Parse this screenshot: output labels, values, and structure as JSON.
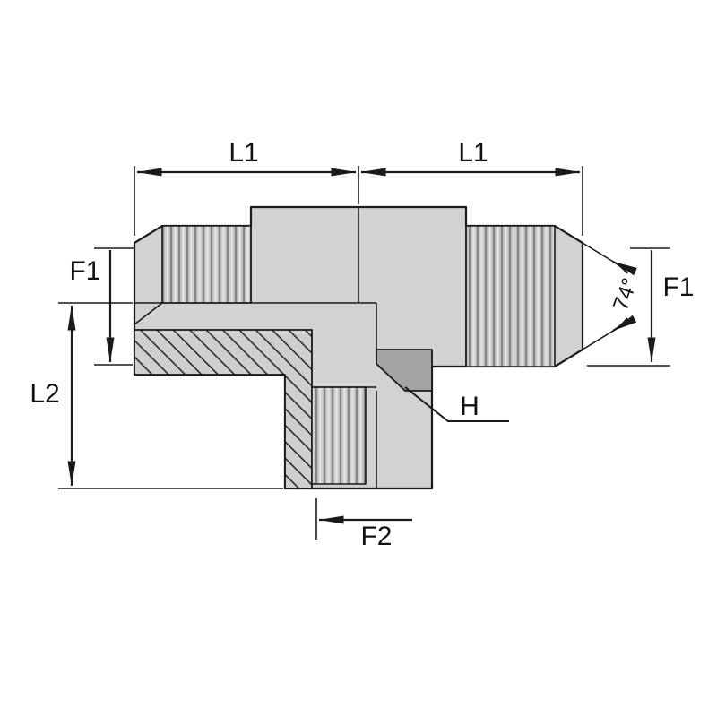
{
  "labels": {
    "l1_left": "L1",
    "l1_right": "L1",
    "f1_left": "F1",
    "f1_right": "F1",
    "l2": "L2",
    "f2": "F2",
    "h": "H",
    "angle_74": "74°"
  },
  "colors": {
    "background": "#ffffff",
    "line": "#1a1a1a",
    "body_fill": "#d2d2d2",
    "thread_fill": "#c9c9c9",
    "chamfer_dark_fill": "#a3a3a3"
  }
}
